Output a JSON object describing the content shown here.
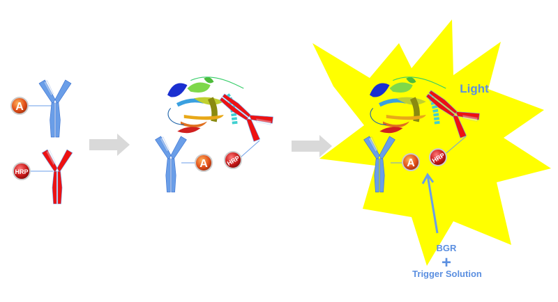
{
  "labels": {
    "antigen_tag": "A",
    "enzyme_tag": "HRP",
    "light": "Light",
    "reagent": "BGR",
    "plus": "+",
    "trigger": "Trigger Solution"
  },
  "colors": {
    "blue_antibody": "#6a9ee8",
    "red_antibody": "#ee1111",
    "flash": "#ffff00",
    "arrow_gray": "#d9d9d9",
    "text_blue": "#5b8fe0"
  }
}
